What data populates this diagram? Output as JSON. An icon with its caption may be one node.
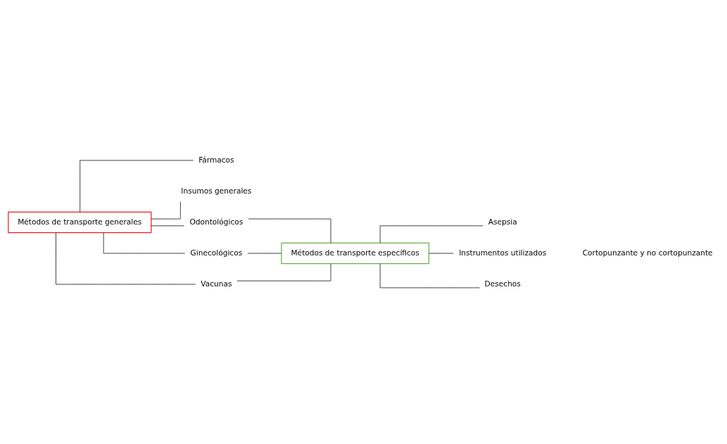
{
  "diagram": {
    "nodes": [
      {
        "text": [
          "Métodos de transporte generales"
        ]
      },
      {
        "text": [
          "Fármacos"
        ]
      },
      {
        "text": [
          "Insumos generales"
        ]
      },
      {
        "text": [
          "Odontológicos"
        ]
      },
      {
        "text": [
          "Ginecológicos"
        ]
      },
      {
        "text": [
          "Vacunas"
        ]
      },
      {
        "text": [
          "Métodos de transporte específicos"
        ]
      },
      {
        "text": [
          "Asepsia"
        ]
      },
      {
        "text": [
          "Instrumentos utilizados"
        ]
      },
      {
        "text": [
          "Desechos"
        ]
      }
    ],
    "edges": [
      {
        "from": 0,
        "to": 1,
        "arrow": "none"
      },
      {
        "from": 0,
        "to": 2,
        "arrow": "none"
      },
      {
        "from": 0,
        "to": 3,
        "arrow": "none"
      },
      {
        "from": 0,
        "to": 4,
        "arrow": "none"
      },
      {
        "from": 0,
        "to": 5,
        "arrow": "none"
      },
      {
        "from": 3,
        "to": 6,
        "arrow": "none"
      },
      {
        "from": 4,
        "to": 6,
        "arrow": "none"
      },
      {
        "from": 5,
        "to": 6,
        "arrow": "none"
      },
      {
        "from": 6,
        "to": 7,
        "arrow": "none"
      },
      {
        "from": 6,
        "to": 8,
        "arrow": "none"
      },
      {
        "from": 6,
        "to": 9,
        "arrow": "none"
      }
    ],
    "labels": [
      "Cortopunzante y no cortopunzante"
    ]
  }
}
